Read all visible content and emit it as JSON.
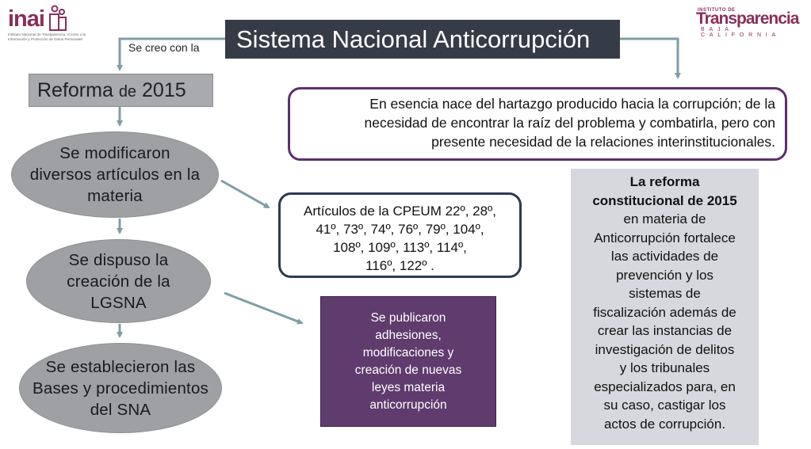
{
  "logos": {
    "inai": {
      "wordmark": "inai",
      "tagline": [
        "Instituto Nacional de Transparencia, Acceso a la",
        "Información y Protección de Datos Personales"
      ]
    },
    "transparencia": {
      "top": "INSTITUTO DE",
      "main": "Transparencia",
      "sub": "BAJA CALIFORNIA"
    }
  },
  "title": "Sistema Nacional Anticorrupción",
  "se_creo_label": "Se creo con la",
  "reforma": {
    "main": "Reforma ",
    "de": "de",
    "year": " 2015"
  },
  "steps": [
    {
      "lines": [
        "Se modificaron",
        "diversos artículos en la",
        "materia"
      ]
    },
    {
      "lines": [
        "Se dispuso la",
        "creación de la",
        "LGSNA"
      ]
    },
    {
      "lines": [
        "Se establecieron las",
        "Bases y procedimientos",
        "del SNA"
      ]
    }
  ],
  "esencia_lines": [
    "En esencia nace del hartazgo producido hacia la corrupción; de la",
    "necesidad de encontrar la raíz del problema y combatirla, pero con",
    "presente necesidad de la relaciones interinstitucionales."
  ],
  "articulos_lines": [
    "Artículos de la CPEUM 22º, 28º,",
    "41º, 73º, 74º, 76º, 79º, 104º,",
    "108º, 109º, 113º, 114º,",
    "116º, 122º ."
  ],
  "publicaron_lines": [
    "Se publicaron",
    "adhesiones,",
    "modificaciones y",
    "creación de nuevas",
    "leyes materia",
    "anticorrupción"
  ],
  "panel": {
    "bold_lines": [
      "La reforma",
      "constitucional de 2015"
    ],
    "lines": [
      "en materia de",
      "Anticorrupción fortalece",
      "las actividades de",
      "prevención y los",
      "sistemas de",
      "fiscalización además de",
      "crear las instancias de",
      "investigación de delitos",
      "y los tribunales",
      "especializados para, en",
      "su caso, castigar los",
      "actos de corrupción."
    ]
  },
  "colors": {
    "title_bg": "#363b48",
    "ellipse": "#9ea0a4",
    "purple_border": "#5e2f6f",
    "navy_border": "#2c3a55",
    "purple_fill": "#5f3b6e",
    "panel_bg": "#d6d8dd",
    "arrow": "#7e9ea6"
  }
}
